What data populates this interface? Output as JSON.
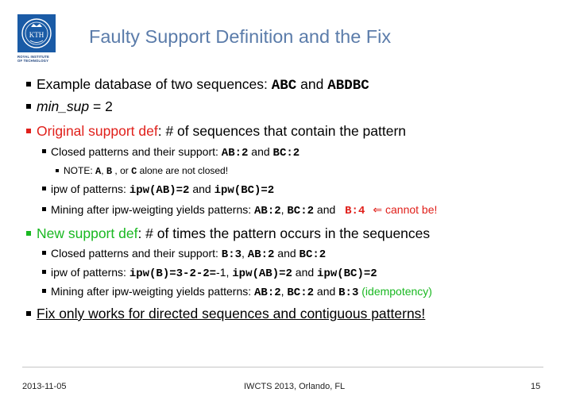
{
  "logo": {
    "monogram": "KTH",
    "lines": [
      "ROYAL INSTITUTE",
      "OF TECHNOLOGY"
    ]
  },
  "title": "Faulty Support Definition and the Fix",
  "bullets": {
    "b1": {
      "text": "Example database of two sequences: ",
      "c1": "ABC",
      "t2": " and ",
      "c2": "ABDBC"
    },
    "b2": {
      "italic": "min_sup",
      "text": " = 2"
    },
    "b3": {
      "red": "Original support def",
      "text": ": # of sequences that contain the pattern"
    },
    "b3a": {
      "text": "Closed patterns and their support: ",
      "c1": "AB:2",
      "t2": " and ",
      "c2": "BC:2"
    },
    "b3a1": {
      "t1": "NOTE: ",
      "c1": "A",
      "t2": ", ",
      "c2": "B",
      "t3": " , or ",
      "c3": "C",
      "t4": " alone are not closed!"
    },
    "b3b": {
      "text": "ipw of patterns: ",
      "c1": "ipw(AB)=2",
      "t2": " and ",
      "c2": "ipw(BC)=2"
    },
    "b3c": {
      "text": "Mining after ipw-weigting yields patterns: ",
      "c1": "AB:2",
      "t2": ", ",
      "c2": "BC:2",
      "t3": " and ",
      "c3": "B:4",
      "arrow": "⇐",
      "red": " cannot be!"
    },
    "b4": {
      "green": "New support def",
      "text": ": # of times the pattern occurs in the sequences"
    },
    "b4a": {
      "text": "Closed patterns and their support: ",
      "c1": "B:3",
      "t2": ", ",
      "c2": "AB:2",
      "t3": " and ",
      "c3": "BC:2"
    },
    "b4b": {
      "text": "ipw of patterns: ",
      "c1": "ipw(B)=3-2-2=",
      "t2": "-1, ",
      "c2": "ipw(AB)=2",
      "t3": " and ",
      "c3": "ipw(BC)=2"
    },
    "b4c": {
      "text": "Mining after ipw-weigting yields patterns: ",
      "c1": "AB:2",
      "t2": ", ",
      "c2": "BC:2",
      "t3": " and ",
      "c3": "B:3",
      "green": " (idempotency)"
    },
    "b5": {
      "text": "Fix only works for directed sequences and contiguous patterns!"
    }
  },
  "colors": {
    "title": "#5b7caa",
    "red": "#e0201b",
    "green": "#19b821",
    "bullet_red": "#e0201b",
    "bullet_green": "#19b821"
  },
  "footer": {
    "date": "2013-11-05",
    "center": "IWCTS 2013, Orlando, FL",
    "page": "15"
  }
}
